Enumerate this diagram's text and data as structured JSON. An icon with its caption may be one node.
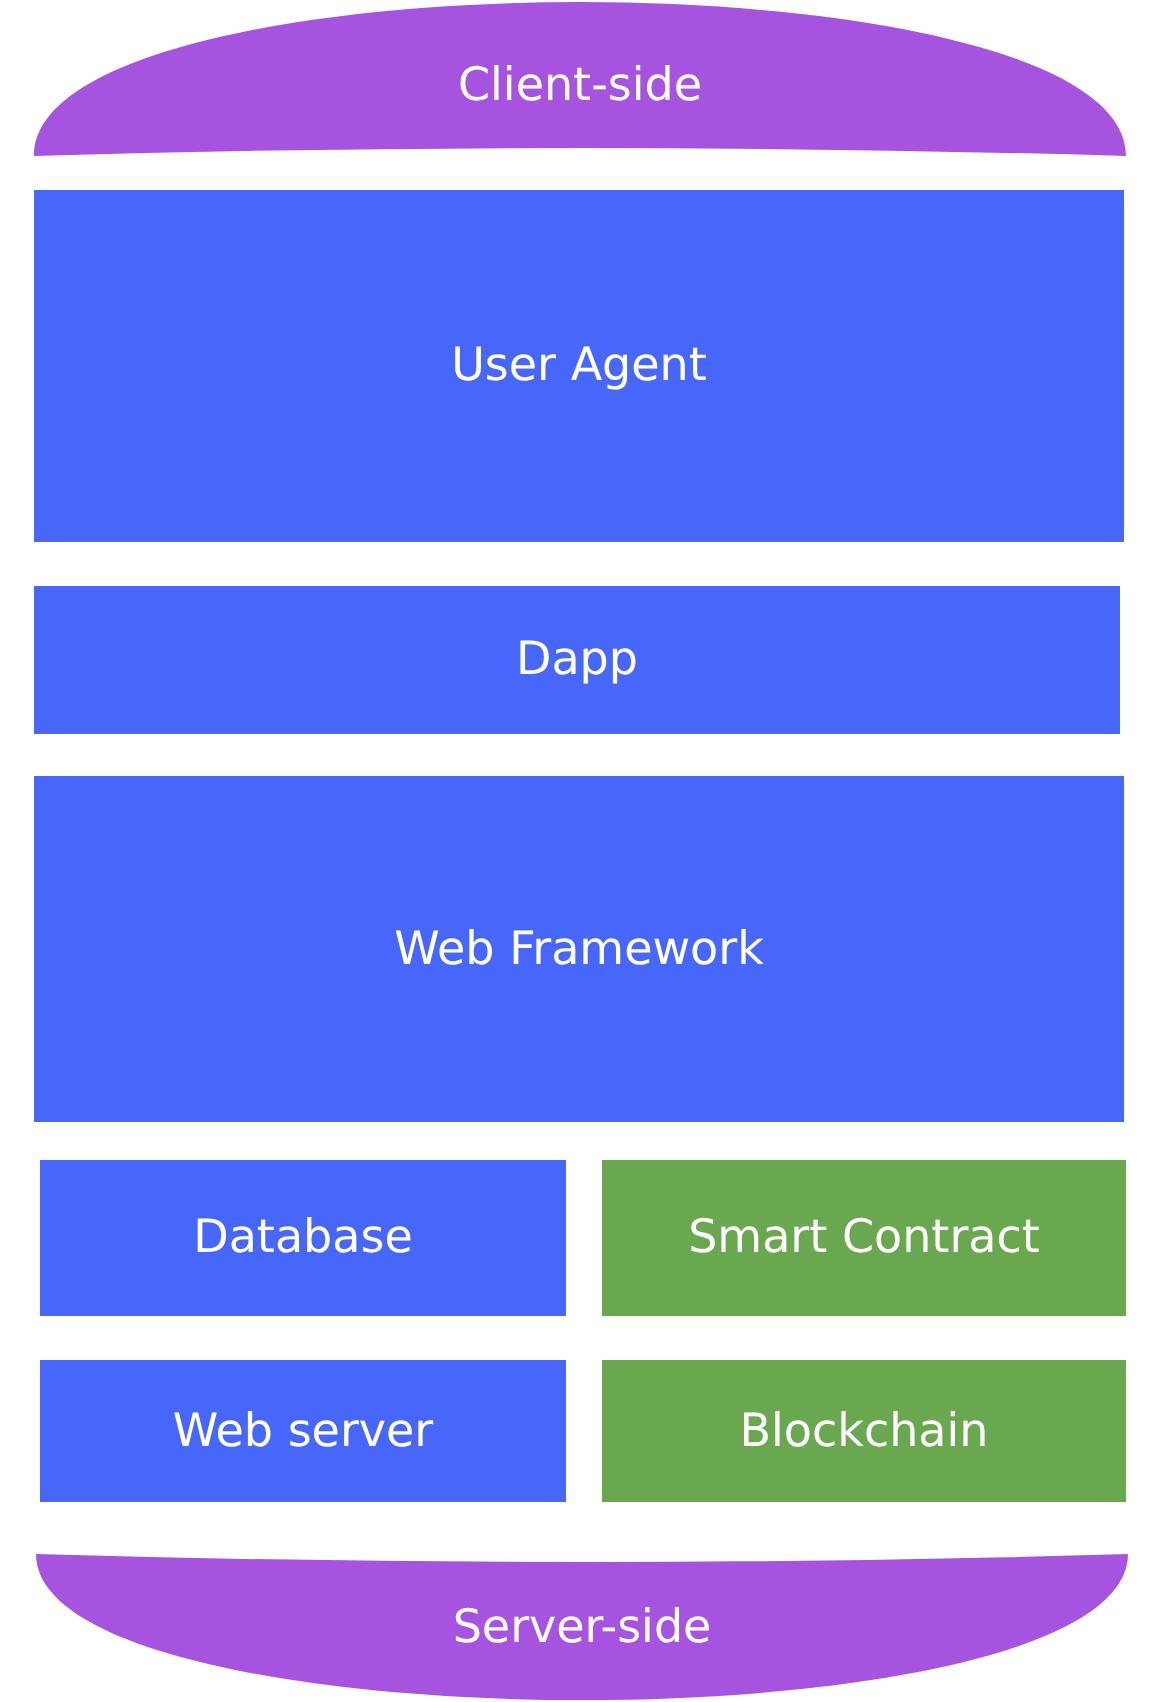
{
  "diagram": {
    "nodes": [
      {
        "text": [
          "Client-side"
        ]
      },
      {
        "text": [
          "User Agent"
        ]
      },
      {
        "text": [
          "Dapp"
        ]
      },
      {
        "text": [
          "Web Framework"
        ]
      },
      {
        "text": [
          "Database"
        ]
      },
      {
        "text": [
          "Smart Contract"
        ]
      },
      {
        "text": [
          "Web server"
        ]
      },
      {
        "text": [
          "Blockchain"
        ]
      },
      {
        "text": [
          "Server-side"
        ]
      }
    ]
  }
}
